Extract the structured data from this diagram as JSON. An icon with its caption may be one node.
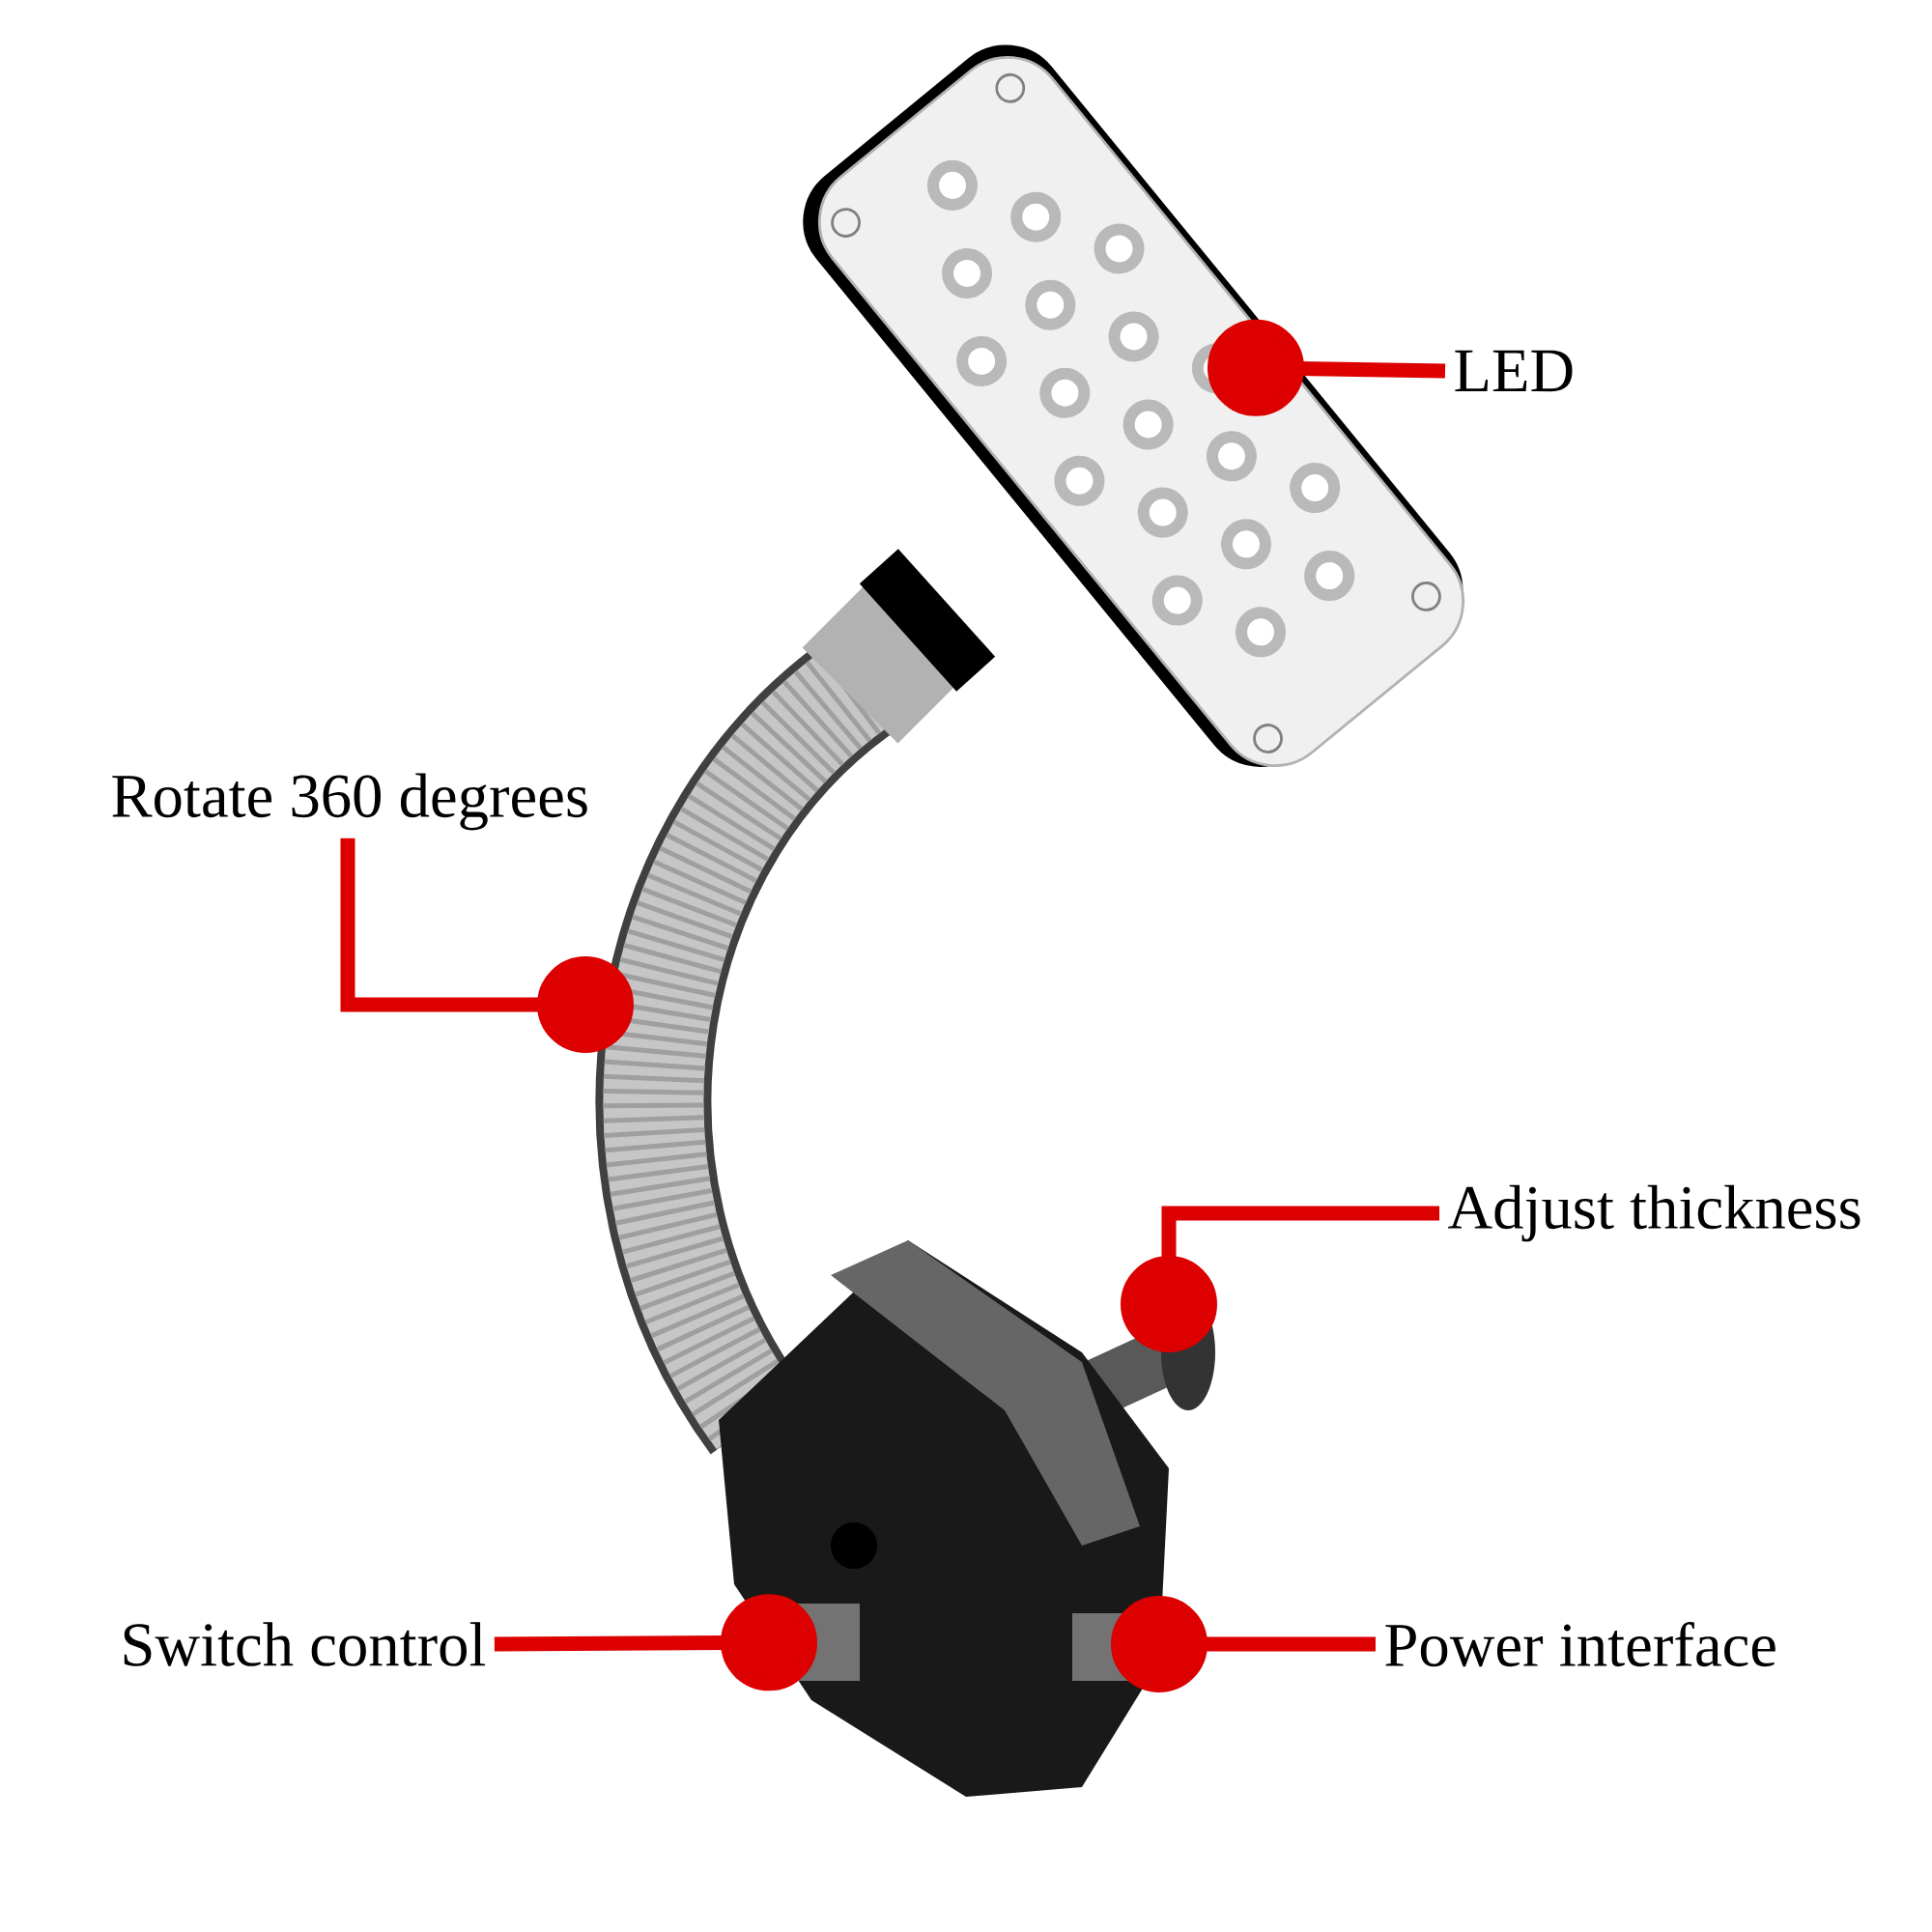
{
  "diagram": {
    "nodes": [
      {
        "text": [
          "LED"
        ]
      },
      {
        "text": [
          "Rotate 360 degrees"
        ]
      },
      {
        "text": [
          "Adjust thickness"
        ]
      },
      {
        "text": [
          "Switch control"
        ]
      },
      {
        "text": [
          "Power interface"
        ]
      }
    ],
    "edges": [
      {
        "from": 0,
        "to": null,
        "arrow": "other"
      },
      {
        "from": 1,
        "to": null,
        "arrow": "other"
      },
      {
        "from": 2,
        "to": null,
        "arrow": "other"
      },
      {
        "from": 3,
        "to": null,
        "arrow": "other"
      },
      {
        "from": 4,
        "to": null,
        "arrow": "other"
      }
    ]
  }
}
